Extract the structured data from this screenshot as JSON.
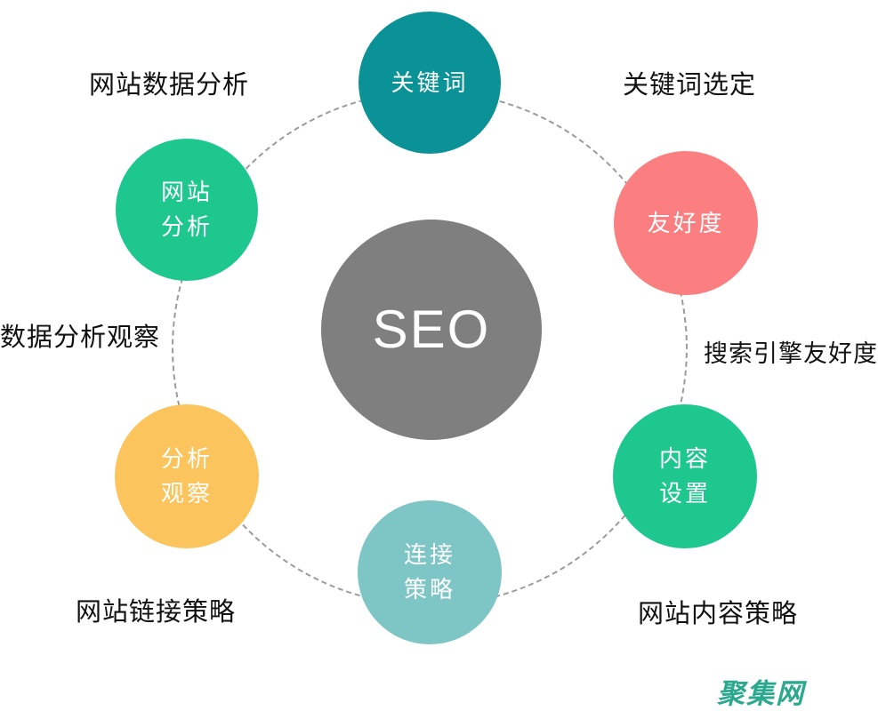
{
  "diagram": {
    "dashed_ring_color": "#9B9B9B",
    "center_node": {
      "label": "SEO",
      "color": "#7F7F7F",
      "text_color": "#FFFFFF"
    },
    "nodes": [
      {
        "id": "keywords",
        "line1": "关键词",
        "line2": "",
        "color": "#0A9296",
        "position": "top"
      },
      {
        "id": "site-analysis",
        "line1": "网站",
        "line2": "分析",
        "color": "#1EC78E",
        "position": "top-left"
      },
      {
        "id": "friendliness",
        "line1": "友好度",
        "line2": "",
        "color": "#FB7E80",
        "position": "top-right"
      },
      {
        "id": "analysis-observation",
        "line1": "分析",
        "line2": "观察",
        "color": "#FBC45C",
        "position": "bottom-left"
      },
      {
        "id": "content-setup",
        "line1": "内容",
        "line2": "设置",
        "color": "#1EC78E",
        "position": "bottom-right"
      },
      {
        "id": "link-strategy",
        "line1": "连接",
        "line2": "策略",
        "color": "#7EC5C6",
        "position": "bottom"
      }
    ],
    "annotations": [
      {
        "id": "website-data-analysis",
        "text": "网站数据分析",
        "position": "top-left"
      },
      {
        "id": "keyword-selection",
        "text": "关键词选定",
        "position": "top-right"
      },
      {
        "id": "data-analysis-observation",
        "text": "数据分析观察",
        "position": "mid-left"
      },
      {
        "id": "search-engine-friendliness",
        "text": "搜索引擎友好度",
        "position": "mid-right"
      },
      {
        "id": "website-link-strategy",
        "text": "网站链接策略",
        "position": "bottom-left"
      },
      {
        "id": "website-content-strategy",
        "text": "网站内容策略",
        "position": "bottom-right"
      }
    ]
  },
  "watermark": {
    "text": "聚集网",
    "color": "#2BA88E"
  }
}
